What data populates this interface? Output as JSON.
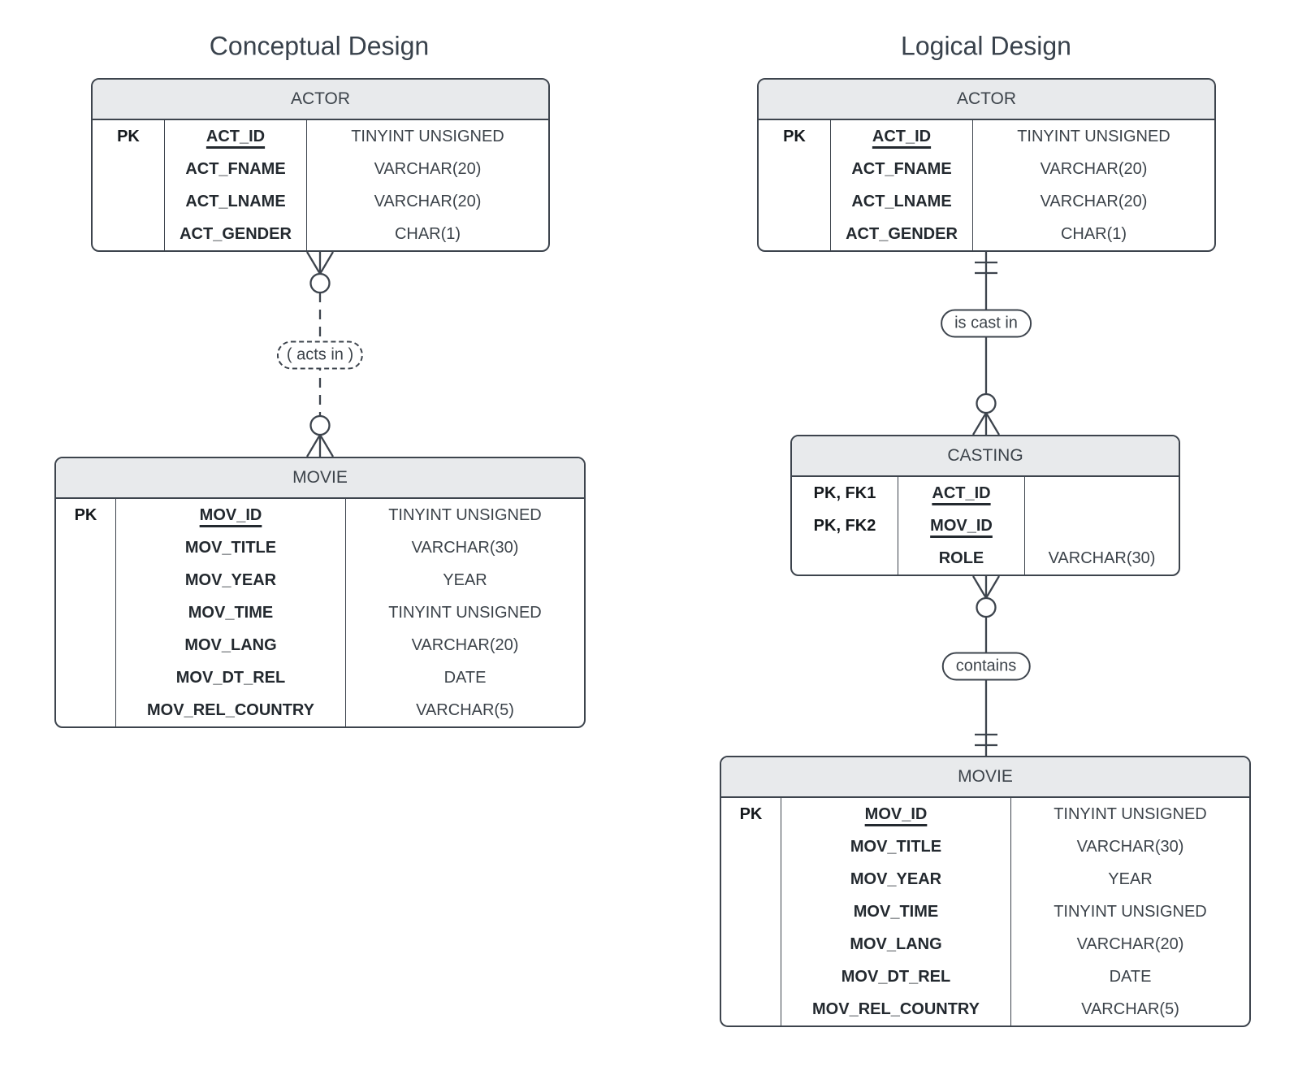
{
  "titles": {
    "conceptual": "Conceptual Design",
    "logical": "Logical Design"
  },
  "colors": {
    "canvas_bg": "#ffffff",
    "table_bg": "#ffffff",
    "header_fill": "#e8eaec",
    "border": "#3d444d",
    "text": "#3c434a",
    "key_text": "#15191d"
  },
  "tables": {
    "actor_conceptual": {
      "name": "ACTOR",
      "rows": [
        {
          "key": "PK",
          "attr": "ACT_ID",
          "type": "TINYINT UNSIGNED",
          "pk": true
        },
        {
          "key": "",
          "attr": "ACT_FNAME",
          "type": "VARCHAR(20)",
          "pk": false
        },
        {
          "key": "",
          "attr": "ACT_LNAME",
          "type": "VARCHAR(20)",
          "pk": false
        },
        {
          "key": "",
          "attr": "ACT_GENDER",
          "type": "CHAR(1)",
          "pk": false
        }
      ]
    },
    "movie_conceptual": {
      "name": "MOVIE",
      "rows": [
        {
          "key": "PK",
          "attr": "MOV_ID",
          "type": "TINYINT UNSIGNED",
          "pk": true
        },
        {
          "key": "",
          "attr": "MOV_TITLE",
          "type": "VARCHAR(30)",
          "pk": false
        },
        {
          "key": "",
          "attr": "MOV_YEAR",
          "type": "YEAR",
          "pk": false
        },
        {
          "key": "",
          "attr": "MOV_TIME",
          "type": "TINYINT UNSIGNED",
          "pk": false
        },
        {
          "key": "",
          "attr": "MOV_LANG",
          "type": "VARCHAR(20)",
          "pk": false
        },
        {
          "key": "",
          "attr": "MOV_DT_REL",
          "type": "DATE",
          "pk": false
        },
        {
          "key": "",
          "attr": "MOV_REL_COUNTRY",
          "type": "VARCHAR(5)",
          "pk": false
        }
      ]
    },
    "actor_logical": {
      "name": "ACTOR",
      "rows": [
        {
          "key": "PK",
          "attr": "ACT_ID",
          "type": "TINYINT UNSIGNED",
          "pk": true
        },
        {
          "key": "",
          "attr": "ACT_FNAME",
          "type": "VARCHAR(20)",
          "pk": false
        },
        {
          "key": "",
          "attr": "ACT_LNAME",
          "type": "VARCHAR(20)",
          "pk": false
        },
        {
          "key": "",
          "attr": "ACT_GENDER",
          "type": "CHAR(1)",
          "pk": false
        }
      ]
    },
    "casting_logical": {
      "name": "CASTING",
      "rows": [
        {
          "key": "PK, FK1",
          "attr": "ACT_ID",
          "type": "",
          "pk": true
        },
        {
          "key": "PK, FK2",
          "attr": "MOV_ID",
          "type": "",
          "pk": true
        },
        {
          "key": "",
          "attr": "ROLE",
          "type": "VARCHAR(30)",
          "pk": false
        }
      ]
    },
    "movie_logical": {
      "name": "MOVIE",
      "rows": [
        {
          "key": "PK",
          "attr": "MOV_ID",
          "type": "TINYINT UNSIGNED",
          "pk": true
        },
        {
          "key": "",
          "attr": "MOV_TITLE",
          "type": "VARCHAR(30)",
          "pk": false
        },
        {
          "key": "",
          "attr": "MOV_YEAR",
          "type": "YEAR",
          "pk": false
        },
        {
          "key": "",
          "attr": "MOV_TIME",
          "type": "TINYINT UNSIGNED",
          "pk": false
        },
        {
          "key": "",
          "attr": "MOV_LANG",
          "type": "VARCHAR(20)",
          "pk": false
        },
        {
          "key": "",
          "attr": "MOV_DT_REL",
          "type": "DATE",
          "pk": false
        },
        {
          "key": "",
          "attr": "MOV_REL_COUNTRY",
          "type": "VARCHAR(5)",
          "pk": false
        }
      ]
    }
  },
  "relationships": {
    "acts_in": {
      "label": "( acts in )",
      "line": "dashed",
      "start": "zero-or-many",
      "end": "zero-or-many"
    },
    "is_cast_in": {
      "label": "is cast in",
      "line": "solid",
      "start": "exactly-one",
      "end": "zero-or-many"
    },
    "contains": {
      "label": "contains",
      "line": "solid",
      "start": "zero-or-many",
      "end": "exactly-one"
    }
  }
}
